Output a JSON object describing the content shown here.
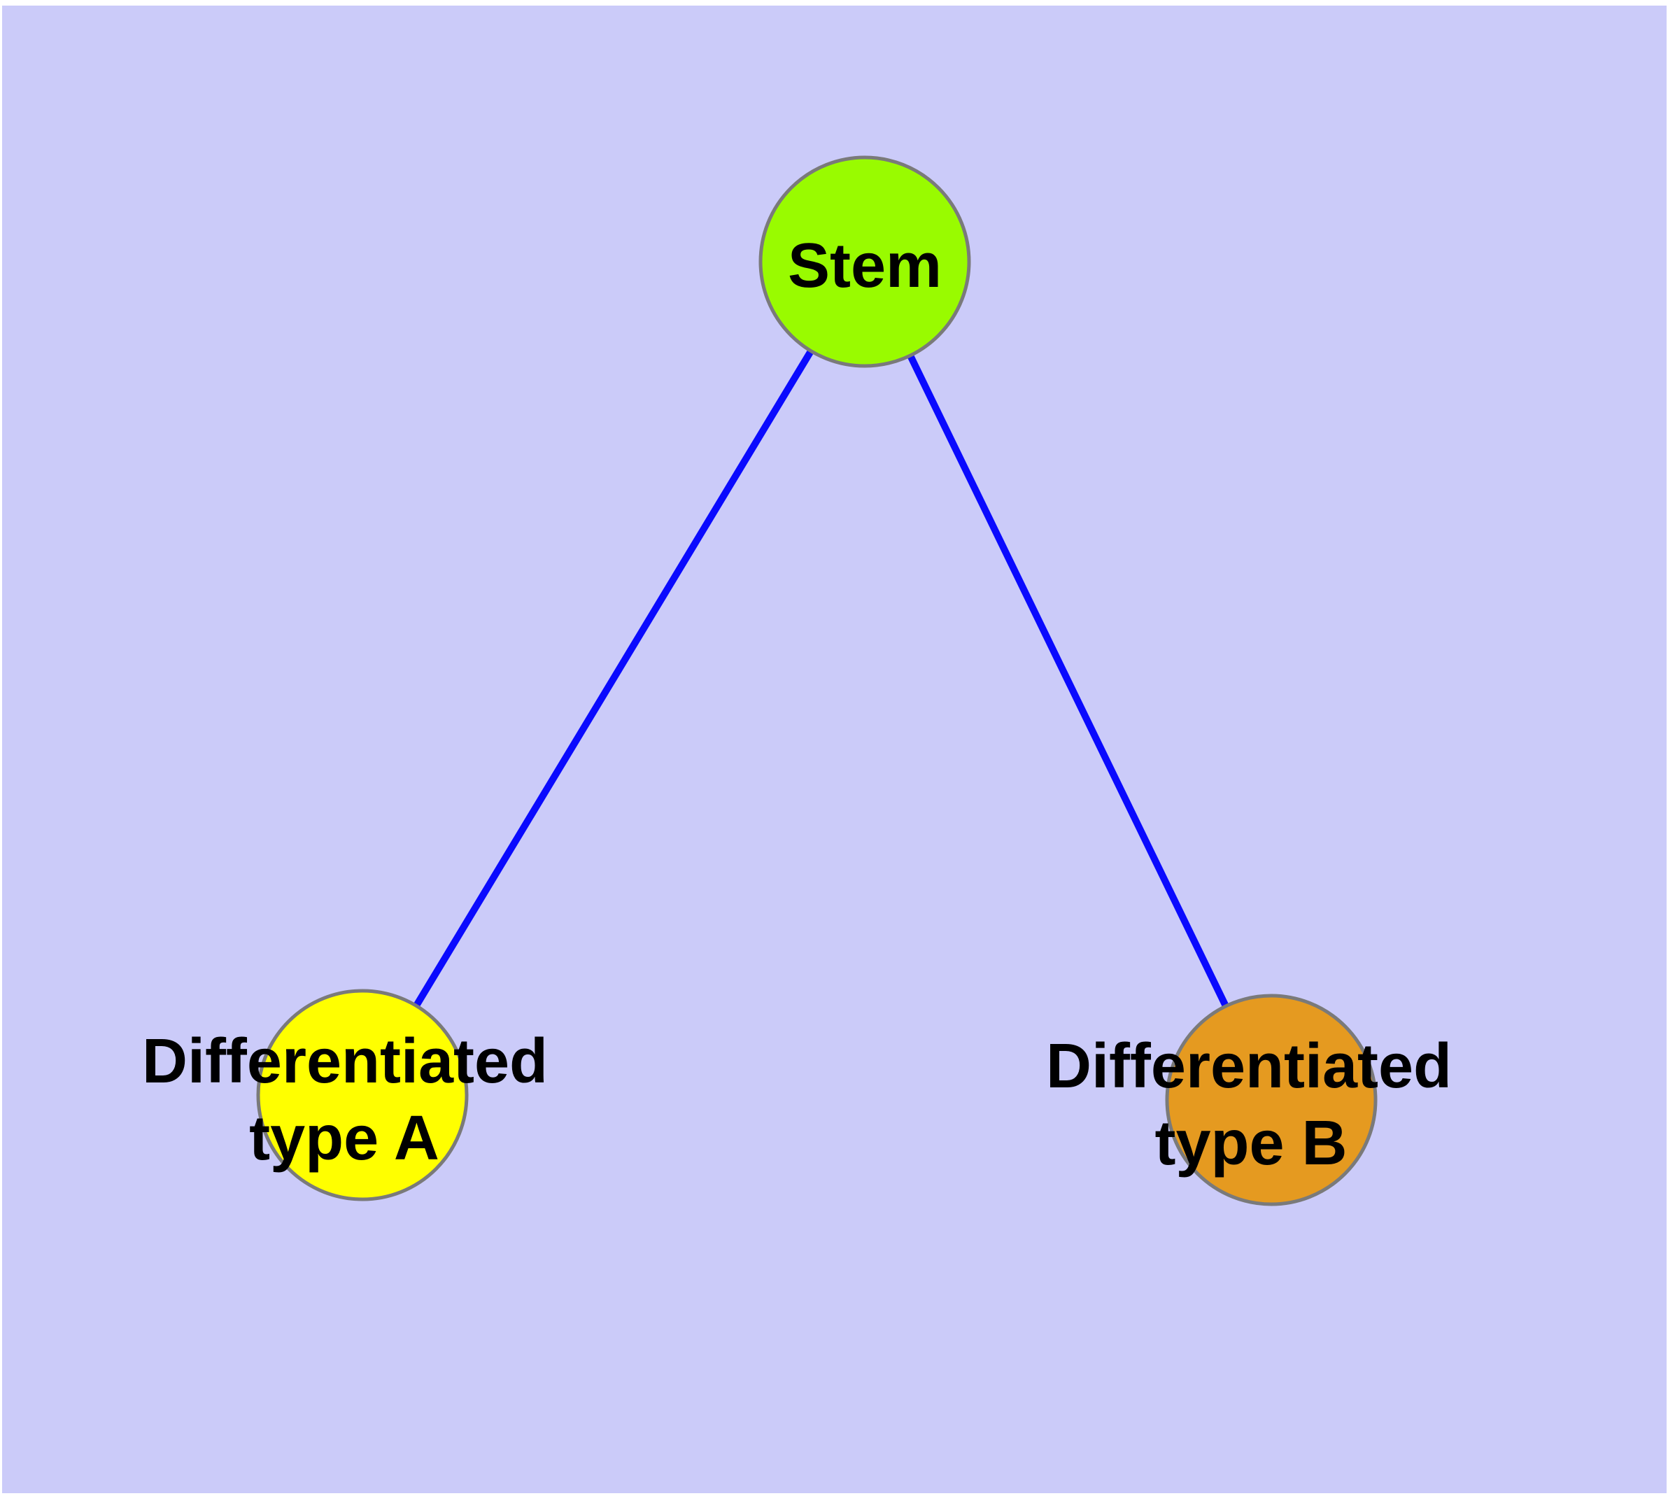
{
  "figure": {
    "type": "graph-diagram",
    "description_visible_text": [
      "Stem",
      "Differentiated type A",
      "Differentiated type B"
    ]
  },
  "style": {
    "page_bg": "#FFFFFF",
    "plot_bg": "#CBCBF9",
    "node_border": "#7A7A7A",
    "edge_color": "#0A0AFE",
    "label_color": "#000000"
  },
  "nodes": [
    {
      "id": "stem",
      "label": "Stem",
      "fill": "#99FB00"
    },
    {
      "id": "diff-a",
      "label_line1": "Differentiated",
      "label_line2": "type A",
      "fill": "#FFFF00"
    },
    {
      "id": "diff-b",
      "label_line1": "Differentiated",
      "label_line2": "type B",
      "fill": "#E59A20"
    }
  ],
  "edges": [
    {
      "from": "stem",
      "to": "diff-a"
    },
    {
      "from": "stem",
      "to": "diff-b"
    }
  ]
}
